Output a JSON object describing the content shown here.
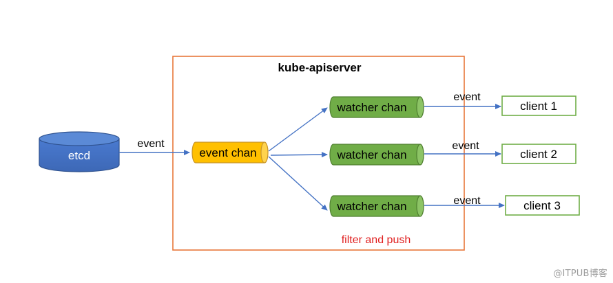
{
  "title": "kube-apiserver",
  "nodes": {
    "etcd": "etcd",
    "event_chan": "event chan",
    "watchers": [
      "watcher chan",
      "watcher chan",
      "watcher chan"
    ],
    "clients": [
      "client 1",
      "client 2",
      "client 3"
    ]
  },
  "edge_labels": {
    "etcd_to_event_chan": "event",
    "to_clients": [
      "event",
      "event",
      "event"
    ]
  },
  "note": "filter and push",
  "watermark": "@ITPUB博客",
  "colors": {
    "frame": "#e8773a",
    "etcd_fill": "#4472c4",
    "event_chan_fill": "#ffc000",
    "watcher_fill": "#70ad47",
    "client_border": "#70ad47",
    "arrow": "#4472c4",
    "note": "#e02020"
  }
}
